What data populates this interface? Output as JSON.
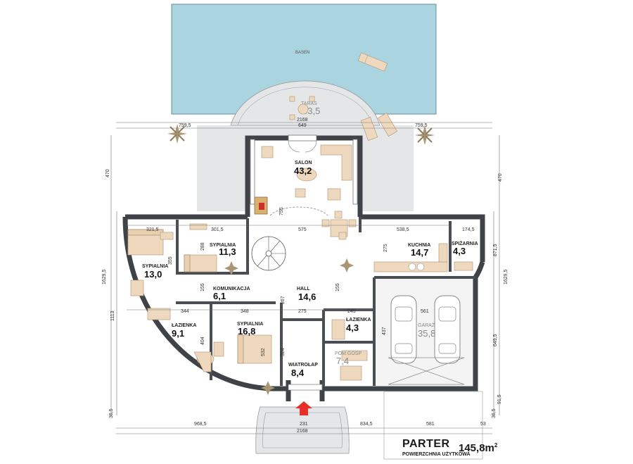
{
  "colors": {
    "pool": "#a9d4e0",
    "terrace": "#e5e6e8",
    "floor": "#ffffff",
    "wall": "#3f4247",
    "furniture": "#eed9be",
    "arrow": "#e8302a"
  },
  "pool": {
    "label": "BASEN"
  },
  "terrace": {
    "name": "TARAS",
    "area": "53,5"
  },
  "rooms": {
    "salon": {
      "name": "SALON",
      "area": "43,2"
    },
    "sypialnia_1": {
      "name": "SYPIALNIA",
      "area": "11,3"
    },
    "sypialnia_2": {
      "name": "SYPIALNIA",
      "area": "13,0"
    },
    "komunikacja": {
      "name": "KOMUNIKACJA",
      "area": "6,1"
    },
    "hall": {
      "name": "HALL",
      "area": "14,6"
    },
    "lazienka_1": {
      "name": "ŁAZIENKA",
      "area": "9,1"
    },
    "sypialnia_3": {
      "name": "SYPIALNIA",
      "area": "16,8"
    },
    "lazienka_2": {
      "name": "ŁAZIENKA",
      "area": "4,3"
    },
    "wiatrolap": {
      "name": "WIATROŁAP",
      "area": "8,4"
    },
    "pom_gosp": {
      "name": "POM.GOSP",
      "area": "7,4"
    },
    "kuchnia": {
      "name": "KUCHNIA",
      "area": "14,7"
    },
    "spizarnia": {
      "name": "SPIŻARNIA",
      "area": "4,3"
    },
    "garaz": {
      "name": "GARAŻ",
      "area": "35,8"
    }
  },
  "dimensions": {
    "top_total": "2168",
    "top_left": "759,5",
    "top_mid": "649",
    "top_right": "759,5",
    "left_470": "470",
    "right_470": "470",
    "left_1629": "1629,5",
    "right_1629": "1629,5",
    "left_1113": "1113",
    "right_871": "871,5",
    "right_649": "649,5",
    "d_321": "321,5",
    "d_301": "301,5",
    "d_575": "575",
    "d_538": "538,5",
    "d_174": "174,5",
    "d_755": "755",
    "d_288": "288",
    "d_355": "355",
    "d_275a": "275",
    "d_155a": "155",
    "d_155b": "155",
    "d_344": "344",
    "d_348": "348",
    "d_267": "267",
    "d_275b": "275",
    "d_245": "245",
    "d_561": "561",
    "d_404": "404",
    "d_532": "532",
    "d_324": "324",
    "d_437": "437",
    "bottom_left": "968,5",
    "bottom_mid": "231",
    "bottom_right_a": "834,5",
    "bottom_right_b": "581",
    "bottom_right_c": "53",
    "bottom_total": "2168",
    "left_bottom": "36,5",
    "right_bottom_a": "91,5",
    "right_bottom_b": "36,5"
  },
  "footer": {
    "floor_name": "PARTER",
    "caption": "POWIERZCHNIA UŻYTKOWA",
    "total_area": "145,8m",
    "area_unit_sup": "2"
  }
}
